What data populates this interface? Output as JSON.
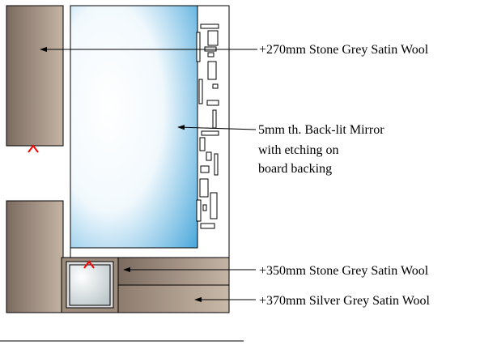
{
  "labels": {
    "upper_panel": "+270mm Stone Grey Satin Wool",
    "mirror": [
      "5mm th. Back-lit Mirror",
      "with etching on",
      "board backing"
    ],
    "middle_panel": "+350mm Stone Grey Satin Wool",
    "lower_panel": "+370mm Silver Grey Satin Wool"
  },
  "colors": {
    "stone_grey_dark": "#7b6a5f",
    "stone_grey_light": "#c4b4a4",
    "silver_grey_dark": "#8d7c6e",
    "silver_grey_light": "#c9b9a8",
    "mirror_edge": "#3aa0d8",
    "mirror_glow": "#ffffff",
    "marker": "#ff0000",
    "line": "#000000"
  }
}
